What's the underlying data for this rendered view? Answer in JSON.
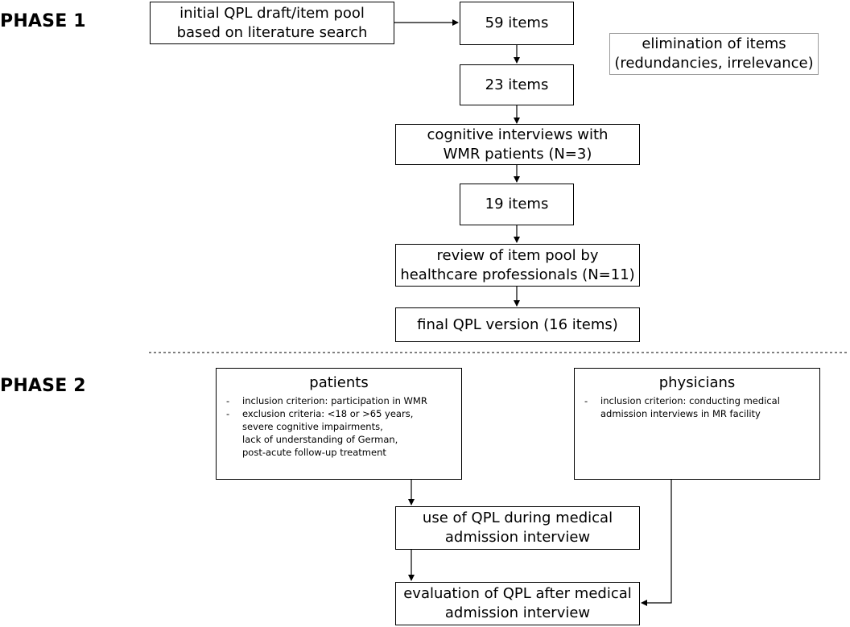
{
  "phase1": {
    "label": "PHASE 1",
    "initial_box": {
      "line1": "initial QPL draft/item pool",
      "line2": "based on literature search"
    },
    "items_59": "59 items",
    "elimination_note": {
      "line1": "elimination of items",
      "line2": "(redundancies, irrelevance)"
    },
    "items_23": "23 items",
    "cognitive_interviews": {
      "line1": "cognitive interviews with",
      "line2": "WMR patients (N=3)"
    },
    "items_19": "19 items",
    "review_box": {
      "line1": "review of item pool by",
      "line2": "healthcare professionals (N=11)"
    },
    "final_box": "final QPL version (16 items)"
  },
  "phase2": {
    "label": "PHASE 2",
    "patients": {
      "title": "patients",
      "inclusion": "inclusion criterion: participation in WMR",
      "exclusion_lines": [
        "exclusion criteria: <18 or >65 years,",
        "severe cognitive impairments,",
        "lack of understanding of German,",
        "post-acute follow-up treatment"
      ]
    },
    "physicians": {
      "title": "physicians",
      "inclusion_lines": [
        "inclusion criterion: conducting medical",
        "admission interviews in MR facility"
      ]
    },
    "use_box": {
      "line1": "use of QPL during medical",
      "line2": "admission interview"
    },
    "evaluation_box": {
      "line1": "evaluation of QPL after medical",
      "line2": "admission interview"
    }
  }
}
